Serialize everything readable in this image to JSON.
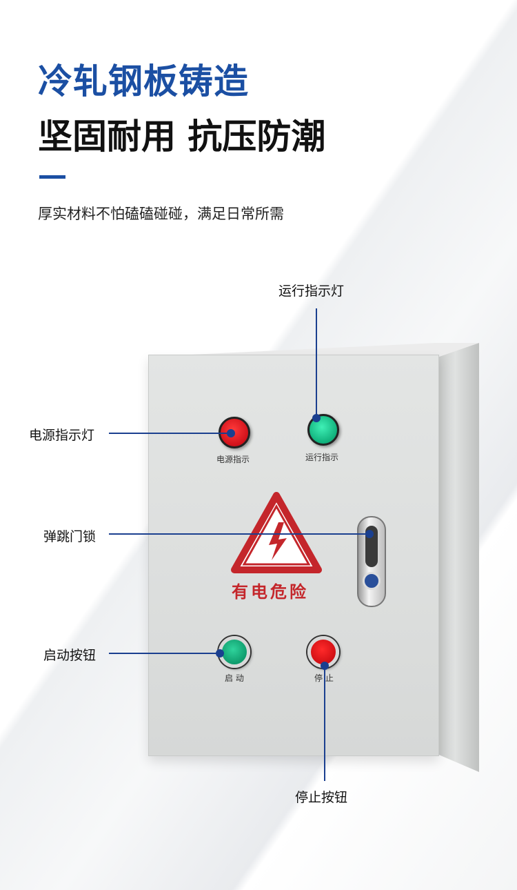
{
  "heading": {
    "line1": "冷轧钢板铸造",
    "line2": "坚固耐用 抗压防潮",
    "subtitle": "厚实材料不怕磕磕碰碰，满足日常所需"
  },
  "cabinet": {
    "panel_labels": {
      "power": "电源指示",
      "run": "运行指示",
      "start": "启 动",
      "stop": "停 止"
    },
    "warning": "有电危险"
  },
  "callouts": {
    "run_light": "运行指示灯",
    "power_light": "电源指示灯",
    "door_lock": "弹跳门锁",
    "start_button": "启动按钮",
    "stop_button": "停止按钮"
  },
  "colors": {
    "accent": "#1b4fa3",
    "warning": "#c4262b",
    "red_lamp": "#e0141b",
    "green_lamp": "#22d39a"
  }
}
